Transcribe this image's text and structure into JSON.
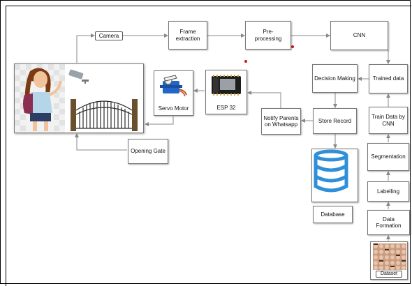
{
  "nodes": {
    "camera": "Camera",
    "frame_extraction": "Frame extraction",
    "pre_processing": "Pre-\nprocessing",
    "cnn": "CNN",
    "trained_data": "Trained data",
    "decision_making": "Decision Making",
    "esp32": "ESP 32",
    "servo_motor": "Servo Motor",
    "train_data_by_cnn": "Train Data by CNN",
    "notify_parents": "Notify Parents on Whatsapp",
    "store_record": "Store Record",
    "segmentation": "Segmentation",
    "opening_gate": "Opening Gate",
    "labelling": "Labelling",
    "database": "Database",
    "data_formation": "Data Formation",
    "dataset": "Dataset"
  },
  "colors": {
    "arrow": "#888888",
    "db_blue": "#2f8fd8",
    "accent_dot": "#d01818"
  }
}
